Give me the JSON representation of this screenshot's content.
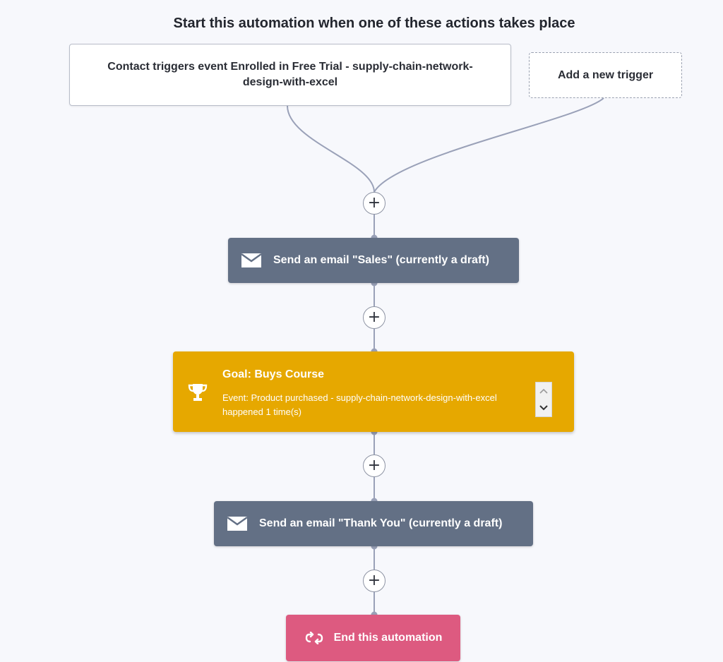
{
  "heading": "Start this automation when one of these actions takes place",
  "trigger": {
    "text": "Contact triggers event Enrolled in Free Trial - supply-chain-network-design-with-excel"
  },
  "add_trigger": {
    "label": "Add a new trigger"
  },
  "add_step_symbol": "+",
  "steps": {
    "email_sales": {
      "label": "Send an email \"Sales\" (currently a draft)",
      "icon": "envelope-icon"
    },
    "goal": {
      "title": "Goal: Buys Course",
      "description": "Event: Product purchased - supply-chain-network-design-with-excel happened 1 time(s)",
      "icon": "trophy-icon"
    },
    "email_thank_you": {
      "label": "Send an email \"Thank You\" (currently a draft)",
      "icon": "envelope-icon"
    },
    "end": {
      "label": "End this automation",
      "icon": "loop-arrows-icon"
    }
  },
  "colors": {
    "background": "#f7f8fc",
    "action_step": "#637085",
    "goal_step": "#e6a800",
    "end_step": "#dd5a80",
    "connector": "#9aa1b8"
  }
}
